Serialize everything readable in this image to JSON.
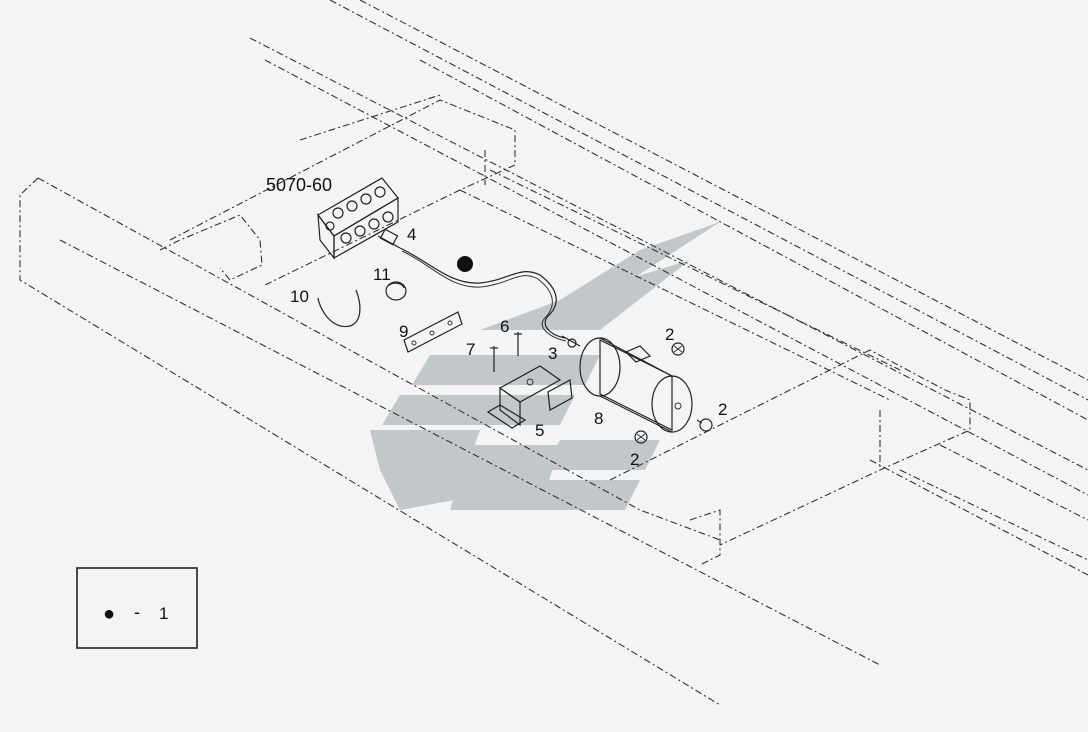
{
  "diagram": {
    "assembly_code": "5070-60",
    "parts": [
      {
        "id": "2",
        "label": "2"
      },
      {
        "id": "2b",
        "label": "2"
      },
      {
        "id": "2c",
        "label": "2"
      },
      {
        "id": "3",
        "label": "3"
      },
      {
        "id": "4",
        "label": "4"
      },
      {
        "id": "5",
        "label": "5"
      },
      {
        "id": "6",
        "label": "6"
      },
      {
        "id": "7",
        "label": "7"
      },
      {
        "id": "8",
        "label": "8"
      },
      {
        "id": "9",
        "label": "9"
      },
      {
        "id": "10",
        "label": "10"
      },
      {
        "id": "11",
        "label": "11"
      }
    ],
    "legend": {
      "symbol": "●",
      "separator": "-",
      "value": "1"
    },
    "watermark_color": "#9aa3a8",
    "line_color": "#222222"
  }
}
